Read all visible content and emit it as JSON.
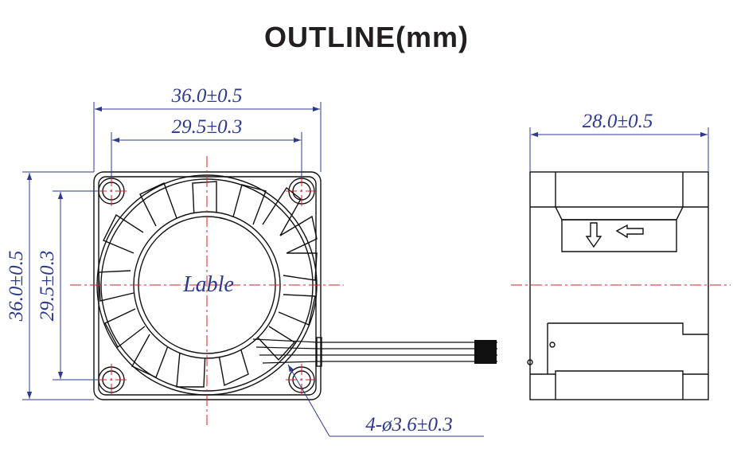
{
  "title": "OUTLINE(mm)",
  "front_view": {
    "overall_width": "36.0±0.5",
    "hole_spacing_width": "29.5±0.3",
    "overall_height": "36.0±0.5",
    "hole_spacing_height": "29.5±0.3",
    "hub_label": "Lable",
    "mounting_holes": "4-ø3.6±0.3"
  },
  "side_view": {
    "depth": "28.0±0.5"
  },
  "colors": {
    "dimension": "#2e3a8c",
    "centerline": "#d0202a",
    "outline": "#111111"
  }
}
